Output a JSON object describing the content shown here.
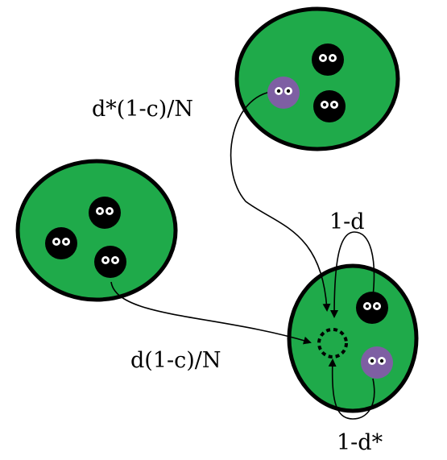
{
  "labels": {
    "top_migration": "d*(1-c)/N",
    "left_migration": "d(1-c)/N",
    "stay_d": "1-d",
    "stay_d_star": "1-d*"
  },
  "colors": {
    "patch_fill": "#1faa4a",
    "outline": "#000000",
    "black_individual": "#000000",
    "purple_individual": "#7e5fa3",
    "eye_white": "#ffffff"
  },
  "patches": [
    {
      "id": "top",
      "individuals": [
        "black",
        "purple",
        "black"
      ]
    },
    {
      "id": "left",
      "individuals": [
        "black",
        "black",
        "black"
      ]
    },
    {
      "id": "bottom-right",
      "individuals": [
        "black",
        "purple"
      ],
      "has_empty_site": true
    }
  ]
}
